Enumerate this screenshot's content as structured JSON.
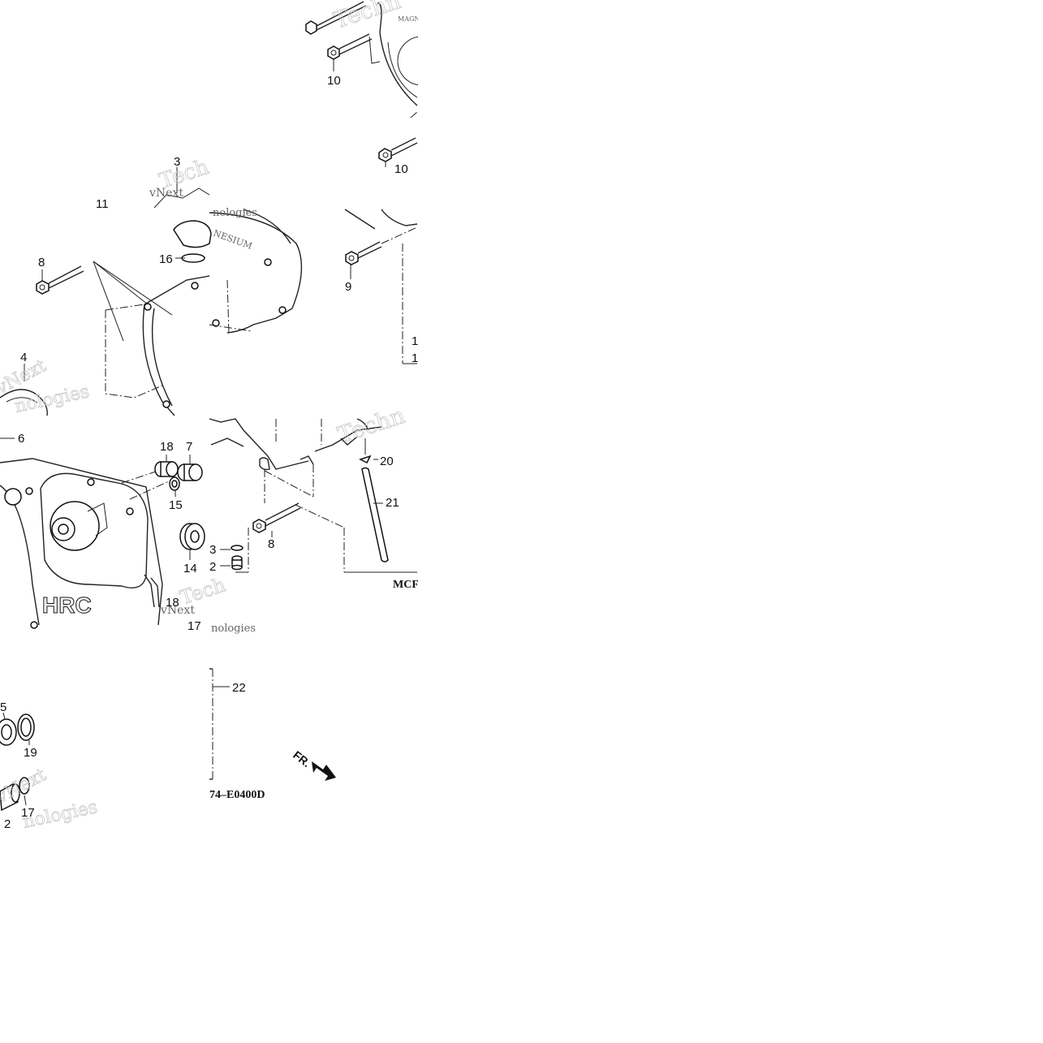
{
  "callouts": [
    {
      "id": "c10a",
      "text": "10"
    },
    {
      "id": "c10b",
      "text": "10"
    },
    {
      "id": "c3a",
      "text": "3"
    },
    {
      "id": "c11",
      "text": "11"
    },
    {
      "id": "c8a",
      "text": "8"
    },
    {
      "id": "c16",
      "text": "16"
    },
    {
      "id": "c9",
      "text": "9"
    },
    {
      "id": "c4",
      "text": "4"
    },
    {
      "id": "c6",
      "text": "6"
    },
    {
      "id": "c18a",
      "text": "18"
    },
    {
      "id": "c7",
      "text": "7"
    },
    {
      "id": "c15a",
      "text": "15"
    },
    {
      "id": "c14",
      "text": "14"
    },
    {
      "id": "c20",
      "text": "20"
    },
    {
      "id": "c21",
      "text": "21"
    },
    {
      "id": "c3b",
      "text": "3"
    },
    {
      "id": "c2a",
      "text": "2"
    },
    {
      "id": "c8b",
      "text": "8"
    },
    {
      "id": "c18b",
      "text": "18"
    },
    {
      "id": "c17a",
      "text": "17"
    },
    {
      "id": "c22",
      "text": "22"
    },
    {
      "id": "c5",
      "text": "5"
    },
    {
      "id": "c19",
      "text": "19"
    },
    {
      "id": "c17b",
      "text": "17"
    },
    {
      "id": "c2b",
      "text": "2"
    },
    {
      "id": "c1a",
      "text": "1"
    },
    {
      "id": "c1b",
      "text": "1"
    }
  ],
  "codes": {
    "mcf": "MCF",
    "diagram_id": "74–E0400D"
  },
  "arrow_label": "FR.",
  "cover_labels": {
    "magnesium_top": "MAGN",
    "magnesium_mid": "NESIUM",
    "hrc": "HRC"
  },
  "watermarks": {
    "brand": "vNext",
    "brand_suffix": "Technologies",
    "short": "Tech",
    "frag1": "Techn",
    "frag2": "nologies"
  }
}
